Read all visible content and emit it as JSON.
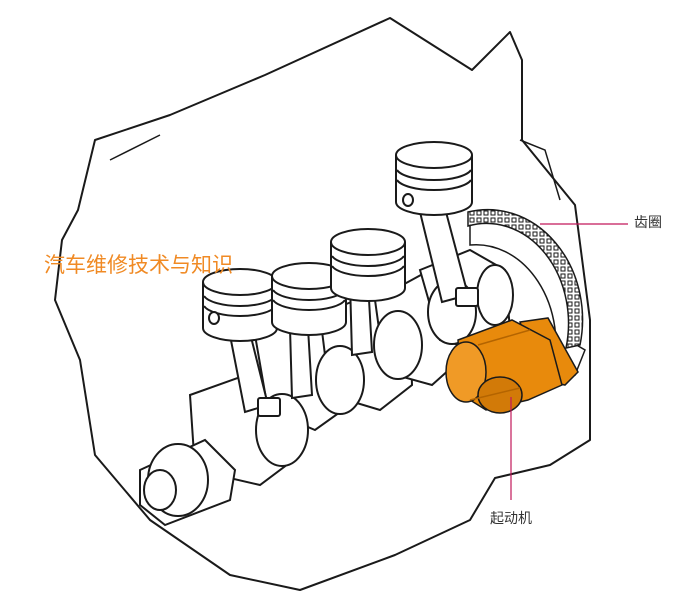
{
  "watermark": {
    "text": "汽车维修技术与知识",
    "color": "#f08a24"
  },
  "callouts": {
    "ring_gear": "齿圈",
    "starter_motor": "起动机"
  },
  "colors": {
    "leader_line": "#c2185b",
    "starter_fill": "#e88a0c",
    "starter_dark": "#b46400",
    "outline": "#1a1a1a",
    "text": "#333333"
  }
}
